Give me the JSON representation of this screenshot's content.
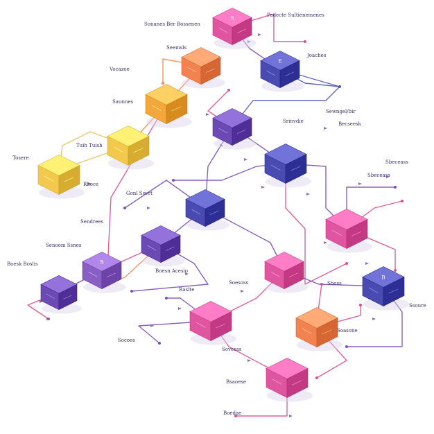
{
  "palette": {
    "pink": "#e0559f",
    "magenta": "#c64ea8",
    "purple": "#6b4bb3",
    "indigo": "#4a4bb0",
    "orange": "#f2824f",
    "amber": "#f4a83c",
    "yellow": "#f2c94c",
    "lavender": "#8a5fc4",
    "wire_pink": "#e04d8f",
    "wire_purple": "#7a4fb8",
    "wire_orange": "#f08a52",
    "wire_yellow": "#e8c25a",
    "wire_blue": "#4b56b8"
  },
  "blocks": [
    {
      "id": "b-top",
      "label": "S",
      "color": "pink"
    },
    {
      "id": "b-right-top",
      "label": "E",
      "color": "indigo"
    },
    {
      "id": "b-orange-top",
      "label": "",
      "color": "orange"
    },
    {
      "id": "b-amber",
      "label": "",
      "color": "amber"
    },
    {
      "id": "b-purple-mid",
      "label": "",
      "color": "purple"
    },
    {
      "id": "b-yellow-mid",
      "label": "",
      "color": "yellow"
    },
    {
      "id": "b-yellow-left",
      "label": "",
      "color": "yellow"
    },
    {
      "id": "b-blue-mid",
      "label": "",
      "color": "indigo"
    },
    {
      "id": "b-indigo-center",
      "label": "",
      "color": "indigo"
    },
    {
      "id": "b-pink-right",
      "label": "",
      "color": "pink"
    },
    {
      "id": "b-purple-center",
      "label": "",
      "color": "purple"
    },
    {
      "id": "b-lavender-left",
      "label": "B",
      "color": "lavender"
    },
    {
      "id": "b-purple-far-left",
      "label": "",
      "color": "purple"
    },
    {
      "id": "b-pink-center",
      "label": "",
      "color": "pink"
    },
    {
      "id": "b-indigo-right",
      "label": "B",
      "color": "indigo"
    },
    {
      "id": "b-pink-lower",
      "label": "",
      "color": "pink"
    },
    {
      "id": "b-orange-lower",
      "label": "",
      "color": "orange"
    },
    {
      "id": "b-pink-bottom",
      "label": "",
      "color": "pink"
    }
  ],
  "labels": [
    {
      "text": "Sonanes Ber Bossenen"
    },
    {
      "text": "Padecte Sultienemenes"
    },
    {
      "text": "Seemsls"
    },
    {
      "text": "Vocazoe"
    },
    {
      "text": "Joaches"
    },
    {
      "text": "Saunnes"
    },
    {
      "text": "Sewngel/bir"
    },
    {
      "text": "Becseesk"
    },
    {
      "text": "Srinvdie"
    },
    {
      "text": "Tosere"
    },
    {
      "text": "Tuih Tuish"
    },
    {
      "text": "Sbeceass"
    },
    {
      "text": "Sbeceass"
    },
    {
      "text": "Gonl Sovrt"
    },
    {
      "text": "Rboce"
    },
    {
      "text": "Sendrees"
    },
    {
      "text": "Boesk Boslis"
    },
    {
      "text": "Boesn Acesio"
    },
    {
      "text": "Raslte"
    },
    {
      "text": "Soesoss"
    },
    {
      "text": "Senoom Ssnes"
    },
    {
      "text": "Socoes"
    },
    {
      "text": "Soveess"
    },
    {
      "text": "Sboss"
    },
    {
      "text": "Bsaoese"
    },
    {
      "text": "Ssoure"
    },
    {
      "text": "Soasone"
    },
    {
      "text": "Boedae"
    }
  ]
}
